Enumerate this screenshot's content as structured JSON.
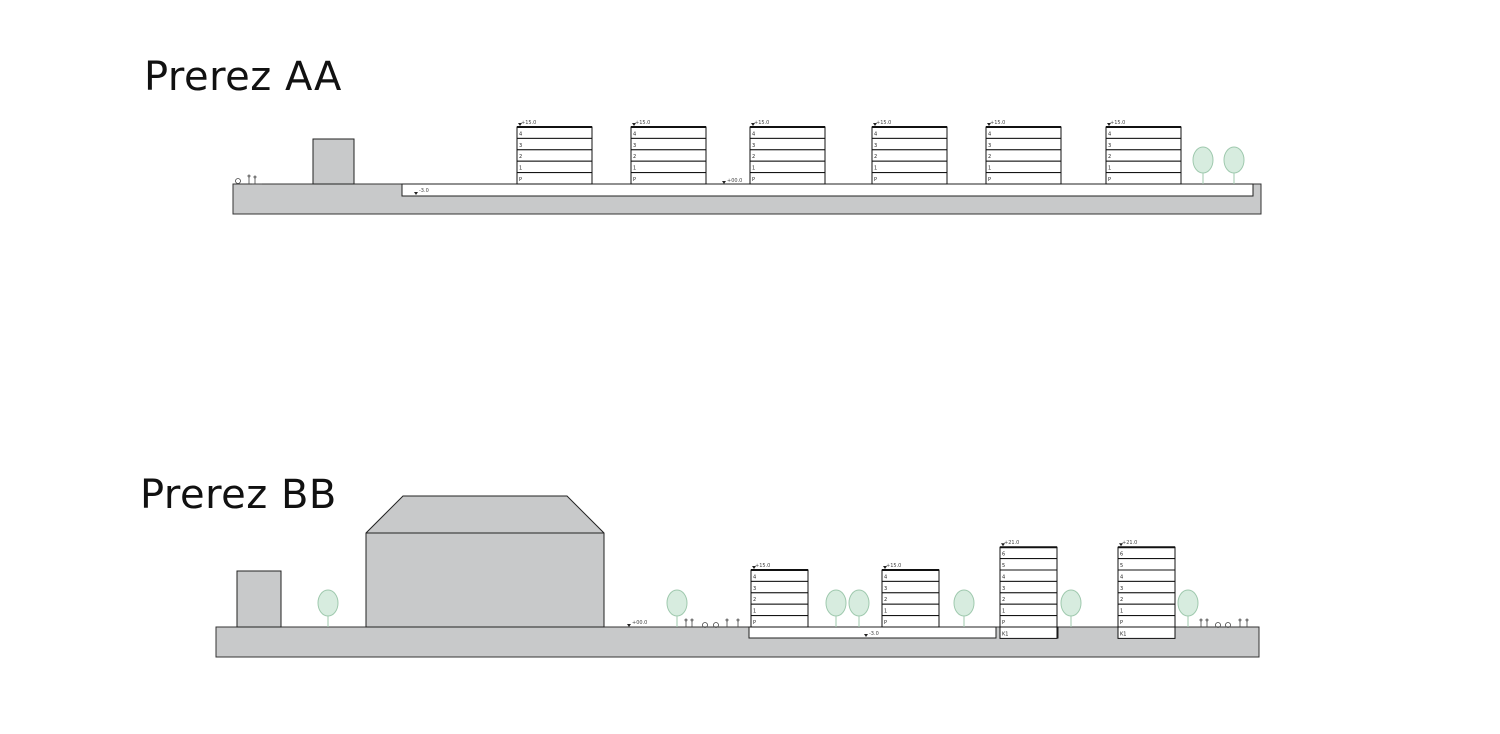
{
  "sections": [
    {
      "title": "Prerez AA",
      "ground_level": "+00.0",
      "basement_level": "-3.0",
      "buildings": [
        {
          "top_level": "+15.0",
          "floors": [
            "4",
            "3",
            "2",
            "1",
            "P"
          ]
        },
        {
          "top_level": "+15.0",
          "floors": [
            "4",
            "3",
            "2",
            "1",
            "P"
          ]
        },
        {
          "top_level": "+15.0",
          "floors": [
            "4",
            "3",
            "2",
            "1",
            "P"
          ]
        },
        {
          "top_level": "+15.0",
          "floors": [
            "4",
            "3",
            "2",
            "1",
            "P"
          ]
        },
        {
          "top_level": "+15.0",
          "floors": [
            "4",
            "3",
            "2",
            "1",
            "P"
          ]
        },
        {
          "top_level": "+15.0",
          "floors": [
            "4",
            "3",
            "2",
            "1",
            "P"
          ]
        }
      ]
    },
    {
      "title": "Prerez BB",
      "ground_level": "+00.0",
      "basement_level": "-3.0",
      "buildings": [
        {
          "top_level": "+15.0",
          "floors": [
            "4",
            "3",
            "2",
            "1",
            "P"
          ]
        },
        {
          "top_level": "+15.0",
          "floors": [
            "4",
            "3",
            "2",
            "1",
            "P"
          ]
        },
        {
          "top_level": "+21.0",
          "floors": [
            "6",
            "5",
            "4",
            "3",
            "2",
            "1",
            "P",
            "K1"
          ]
        },
        {
          "top_level": "+21.0",
          "floors": [
            "6",
            "5",
            "4",
            "3",
            "2",
            "1",
            "P",
            "K1"
          ]
        }
      ]
    }
  ],
  "colors": {
    "ground": "#c8c9ca",
    "tree": "#d7ecdf",
    "line": "#222222"
  }
}
